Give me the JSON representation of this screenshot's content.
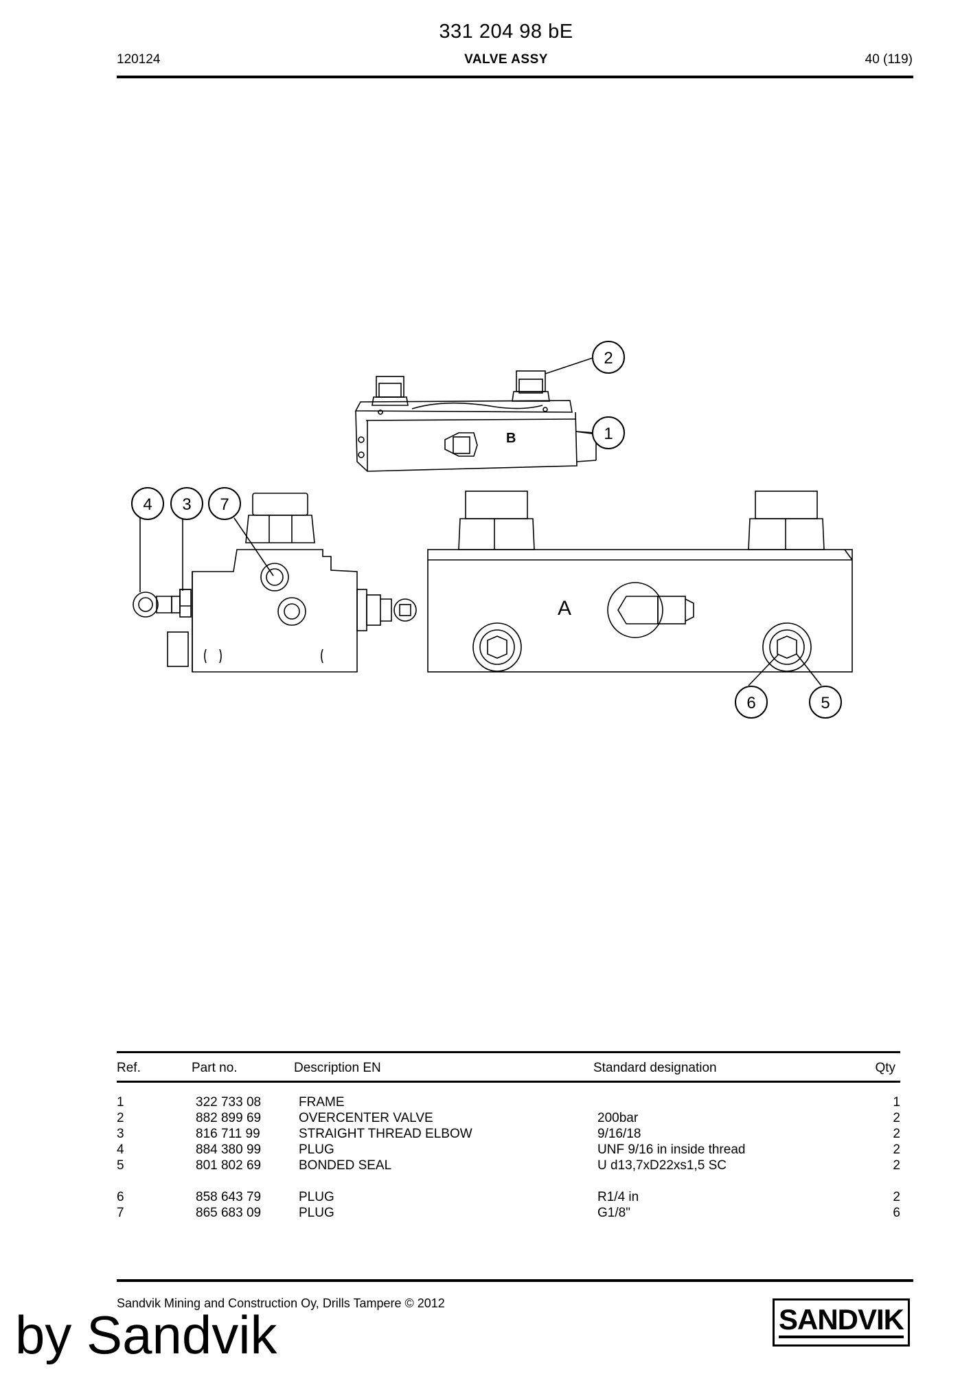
{
  "header": {
    "doc_number": "331 204 98 bE",
    "date": "120124",
    "title": "VALVE ASSY",
    "page": "40 (119)"
  },
  "drawing": {
    "letter_a": "A",
    "letter_b": "B",
    "callouts": [
      "1",
      "2",
      "3",
      "4",
      "5",
      "6",
      "7"
    ]
  },
  "table": {
    "headers": {
      "ref": "Ref.",
      "part": "Part no.",
      "desc": "Description EN",
      "std": "Standard designation",
      "qty": "Qty"
    },
    "rows": [
      {
        "ref": "1",
        "part": "322 733 08",
        "desc": "FRAME",
        "std": "",
        "qty": "1"
      },
      {
        "ref": "2",
        "part": "882 899 69",
        "desc": "OVERCENTER VALVE",
        "std": "200bar",
        "qty": "2"
      },
      {
        "ref": "3",
        "part": "816 711 99",
        "desc": "STRAIGHT THREAD ELBOW",
        "std": "9/16/18",
        "qty": "2"
      },
      {
        "ref": "4",
        "part": "884 380 99",
        "desc": "PLUG",
        "std": "UNF 9/16 in inside thread",
        "qty": "2"
      },
      {
        "ref": "5",
        "part": "801 802 69",
        "desc": "BONDED SEAL",
        "std": "U d13,7xD22xs1,5 SC",
        "qty": "2"
      },
      {
        "ref": "6",
        "part": "858 643 79",
        "desc": "PLUG",
        "std": "R1/4 in",
        "qty": "2"
      },
      {
        "ref": "7",
        "part": "865 683 09",
        "desc": "PLUG",
        "std": "G1/8\"",
        "qty": "6"
      }
    ]
  },
  "footer": {
    "company": "Sandvik Mining and Construction Oy, Drills Tampere © 2012",
    "logo": "SANDVIK",
    "watermark": "by Sandvik"
  }
}
